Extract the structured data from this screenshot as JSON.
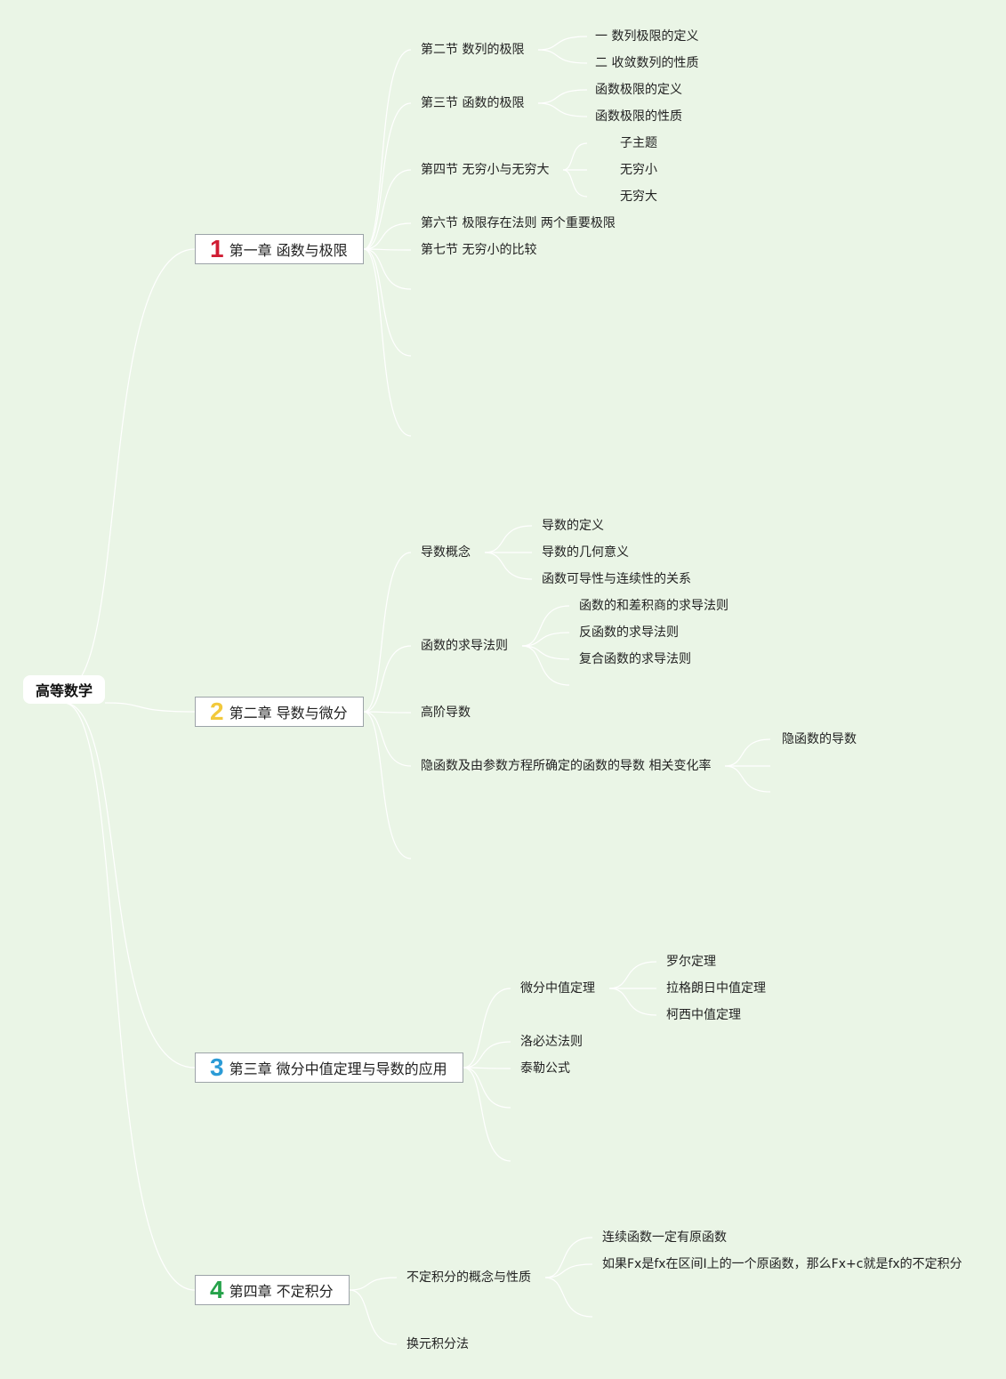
{
  "root": {
    "label": "高等数学"
  },
  "chapters": [
    {
      "num": "1",
      "num_color": "#d01d33",
      "label": "第一章 函数与极限",
      "sections": [
        {
          "label": "第二节 数列的极限",
          "items": [
            "一 数列极限的定义",
            "二 收敛数列的性质"
          ]
        },
        {
          "label": "第三节 函数的极限",
          "items": [
            "函数极限的定义",
            "函数极限的性质"
          ]
        },
        {
          "label": "第四节 无穷小与无穷大",
          "items": [
            "子主题",
            "无穷小",
            "无穷大"
          ]
        },
        {
          "label": "第六节 极限存在法则 两个重要极限",
          "items": []
        },
        {
          "label": "第七节 无穷小的比较",
          "items": []
        }
      ]
    },
    {
      "num": "2",
      "num_color": "#f2c93c",
      "label": "第二章 导数与微分",
      "sections": [
        {
          "label": "导数概念",
          "items": [
            "导数的定义",
            "导数的几何意义",
            "函数可导性与连续性的关系"
          ]
        },
        {
          "label": "函数的求导法则",
          "items": [
            "函数的和差积商的求导法则",
            "反函数的求导法则",
            "复合函数的求导法则"
          ]
        },
        {
          "label": "高阶导数",
          "items": []
        },
        {
          "label": "隐函数及由参数方程所确定的函数的导数 相关变化率",
          "items": [
            "隐函数的导数"
          ]
        }
      ]
    },
    {
      "num": "3",
      "num_color": "#2b9bd6",
      "label": "第三章 微分中值定理与导数的应用",
      "sections": [
        {
          "label": "微分中值定理",
          "items": [
            "罗尔定理",
            "拉格朗日中值定理",
            "柯西中值定理"
          ]
        },
        {
          "label": "洛必达法则",
          "items": []
        },
        {
          "label": "泰勒公式",
          "items": []
        }
      ]
    },
    {
      "num": "4",
      "num_color": "#25a24a",
      "label": "第四章 不定积分",
      "sections": [
        {
          "label": "不定积分的概念与性质",
          "items": [
            "连续函数一定有原函数",
            "如果Fx是fx在区间I上的一个原函数，那么Fx+c就是fx的不定积分"
          ]
        },
        {
          "label": "换元积分法",
          "items": []
        }
      ]
    }
  ],
  "colors": {
    "background": "#eaf5e6",
    "connector": "#ffffff",
    "chapter_border": "#9ca3a8"
  }
}
